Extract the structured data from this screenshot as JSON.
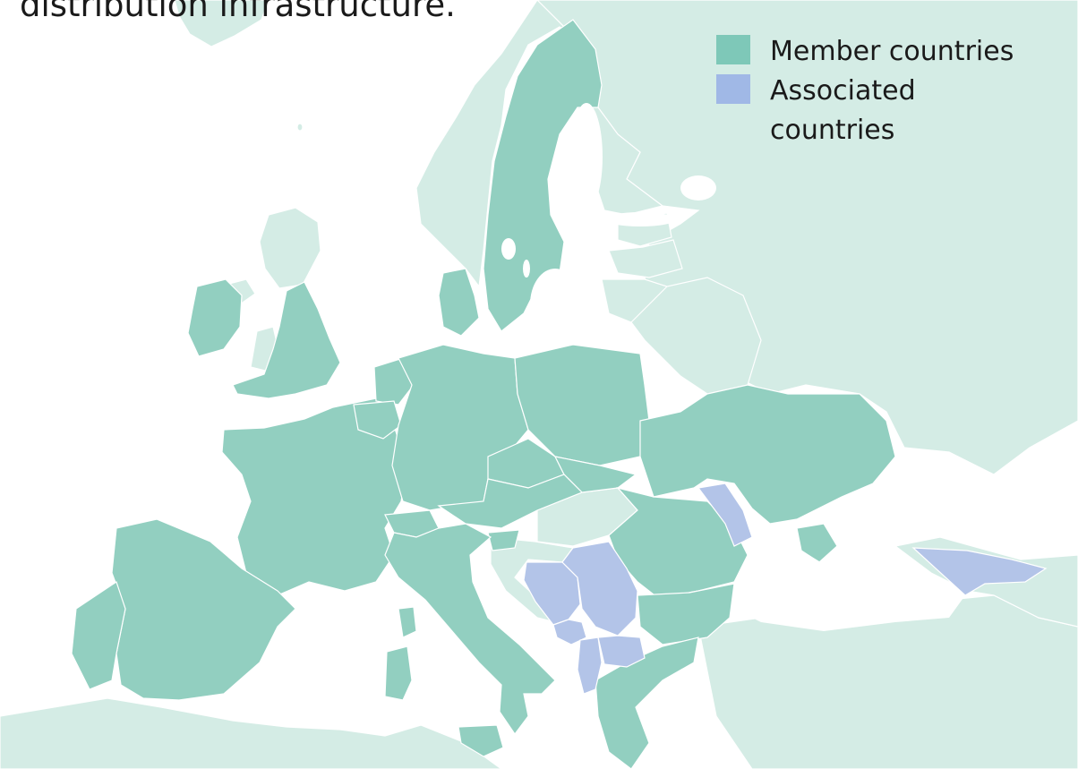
{
  "caption": {
    "text": "distribution infrastructure."
  },
  "legend": {
    "items": [
      {
        "label": "Member countries",
        "color": "#7ec8b8"
      },
      {
        "label": "Associated countries",
        "color": "#a0b8e6"
      }
    ]
  },
  "colors": {
    "sea": "#ffffff",
    "non_member_land": "#d4ece5",
    "member_fill": "#92cfc0",
    "associated_fill": "#b3c4e8",
    "border": "#ffffff"
  },
  "map": {
    "region": "Europe",
    "member_countries": [
      "Ireland",
      "United Kingdom",
      "France",
      "Spain",
      "Portugal",
      "Belgium",
      "Netherlands",
      "Luxembourg",
      "Germany",
      "Denmark",
      "Sweden",
      "Poland",
      "Czech Republic",
      "Slovakia",
      "Austria",
      "Switzerland",
      "Italy",
      "Slovenia",
      "Romania",
      "Bulgaria",
      "Greece",
      "Ukraine"
    ],
    "associated_countries": [
      "Bosnia and Herzegovina",
      "Serbia",
      "Montenegro",
      "North Macedonia",
      "Albania",
      "Moldova",
      "Georgia"
    ],
    "non_member_countries": [
      "Norway",
      "Finland",
      "Iceland",
      "Russia",
      "Belarus",
      "Estonia",
      "Latvia",
      "Lithuania",
      "Hungary",
      "Croatia",
      "Turkey",
      "North Africa"
    ]
  }
}
